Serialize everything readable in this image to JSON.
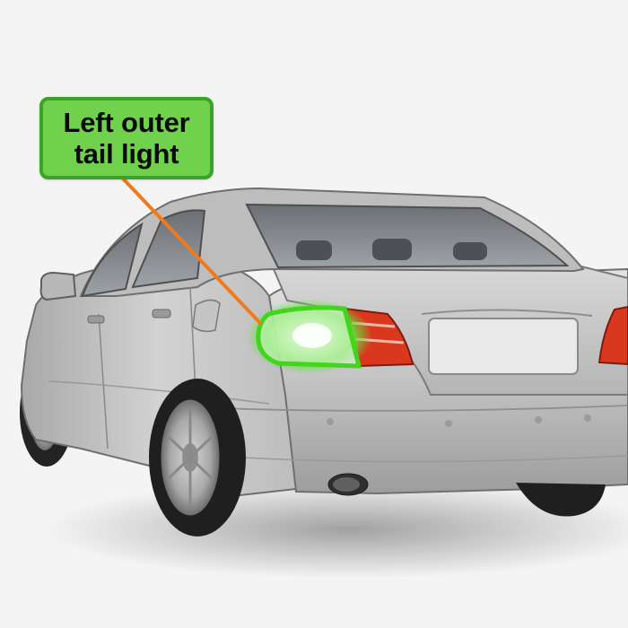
{
  "callout": {
    "label": "Left outer\ntail light"
  },
  "icons": {
    "car": "silver-sedan-rear-view",
    "highlight": "tail-light-highlight"
  },
  "colors": {
    "callout_fill": "#6fd14c",
    "callout_border": "#3aa328",
    "leader_line": "#f07a1e",
    "highlight_glow": "#5de03a",
    "car_body": "#c9c9c9",
    "tail_light_red": "#d9381e"
  }
}
